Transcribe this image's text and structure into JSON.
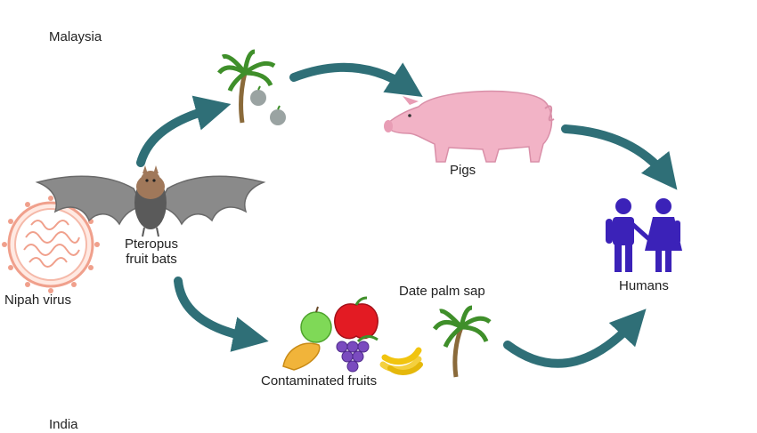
{
  "labels": {
    "malaysia": "Malaysia",
    "india": "India",
    "pigs": "Pigs",
    "humans": "Humans",
    "bats_line1": "Pteropus",
    "bats_line2": "fruit bats",
    "virus": "Nipah virus",
    "date_palm_sap": "Date palm sap",
    "contaminated_fruits": "Contaminated fruits"
  },
  "colors": {
    "arrow": "#2f6f77",
    "pig": "#f2b3c6",
    "pig_outline": "#d98fa8",
    "human": "#3b22b8",
    "bat_wing": "#8a8a8a",
    "bat_body": "#a0785a",
    "virus_ring": "#f0a08c",
    "palm_leaf": "#3f8f2a",
    "palm_trunk": "#8a6a3a"
  },
  "icons": [
    "nipah-virus-icon",
    "fruit-bat-icon",
    "palm-tree-icon",
    "pig-icon",
    "humans-icon",
    "fruits-icon"
  ]
}
